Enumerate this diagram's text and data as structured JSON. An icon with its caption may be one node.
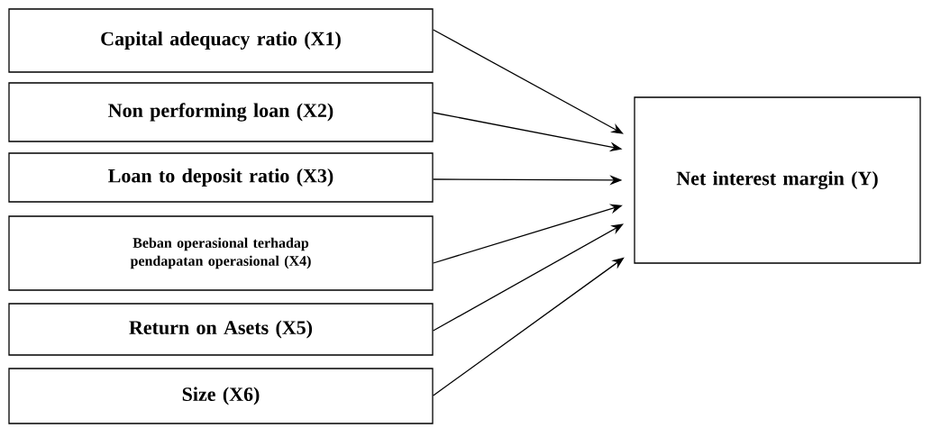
{
  "diagram": {
    "nodes": [
      {
        "text": [
          "Capital adequacy ratio (X1)"
        ]
      },
      {
        "text": [
          "Non performing loan (X2)"
        ]
      },
      {
        "text": [
          "Loan to deposit ratio (X3)"
        ]
      },
      {
        "text": [
          "Beban operasional terhadap pendapatan operasional (X4)"
        ]
      },
      {
        "text": [
          "Return on Asets (X5)"
        ]
      },
      {
        "text": [
          "Size (X6)"
        ]
      },
      {
        "text": [
          "Net interest margin (Y)"
        ]
      }
    ],
    "edges": [
      {
        "from": 0,
        "to": 6,
        "arrow": "to"
      },
      {
        "from": 1,
        "to": 6,
        "arrow": "to"
      },
      {
        "from": 2,
        "to": 6,
        "arrow": "to"
      },
      {
        "from": 3,
        "to": 6,
        "arrow": "to"
      },
      {
        "from": 4,
        "to": 6,
        "arrow": "to"
      },
      {
        "from": 5,
        "to": 6,
        "arrow": "to"
      }
    ]
  }
}
